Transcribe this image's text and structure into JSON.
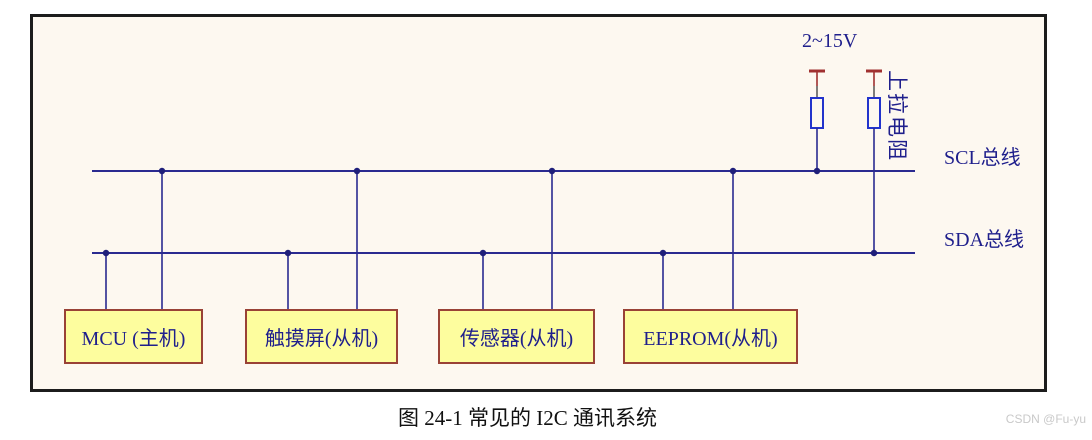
{
  "figure": {
    "caption": "图 24-1 常见的 I2C 通讯系统",
    "watermark": "CSDN @Fu-yu"
  },
  "diagram": {
    "voltage_label": "2~15V",
    "pullup_label": "上拉电阻",
    "buses": {
      "scl": "SCL总线",
      "sda": "SDA总线"
    },
    "nodes": [
      {
        "label": "MCU (主机)"
      },
      {
        "label": "触摸屏(从机)"
      },
      {
        "label": "传感器(从机)"
      },
      {
        "label": "EEPROM(从机)"
      }
    ],
    "colors": {
      "wire": "#2a2a90",
      "junction_dot": "#1f1f7a",
      "resistor_outline": "#2233cc",
      "power_red": "#a03030",
      "node_fill": "#fdfd9e",
      "node_border": "#994236",
      "panel_background": "#fdf8f0",
      "label_text": "#1f1f8c",
      "caption_text": "#111111"
    }
  }
}
